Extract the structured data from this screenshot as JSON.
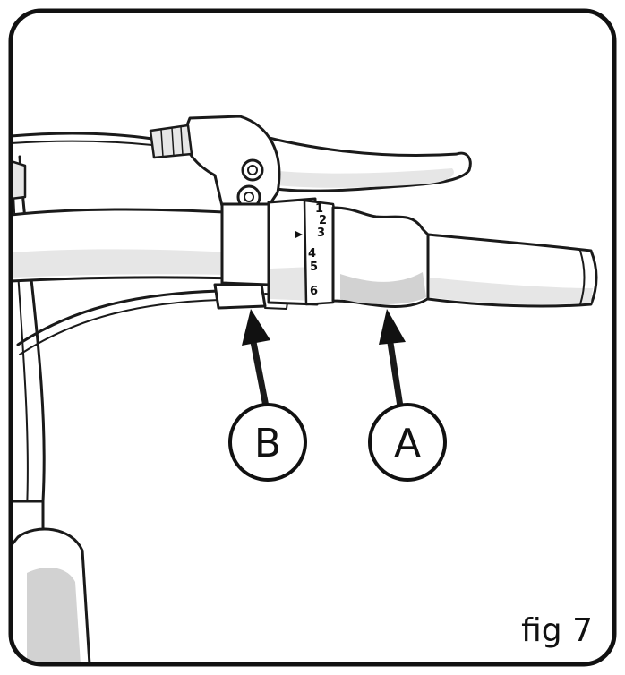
{
  "figure": {
    "caption": "fig 7",
    "callouts": [
      {
        "id": "B",
        "label": "B"
      },
      {
        "id": "A",
        "label": "A"
      }
    ],
    "gear_indicator": {
      "numbers": [
        "1",
        "2",
        "3",
        "4",
        "5",
        "6"
      ]
    }
  },
  "colors": {
    "ink": "#1a1a1a",
    "frame": "#111111",
    "background": "#ffffff",
    "shade_light": "#e6e6e6",
    "shade_mid": "#d2d2d2"
  }
}
